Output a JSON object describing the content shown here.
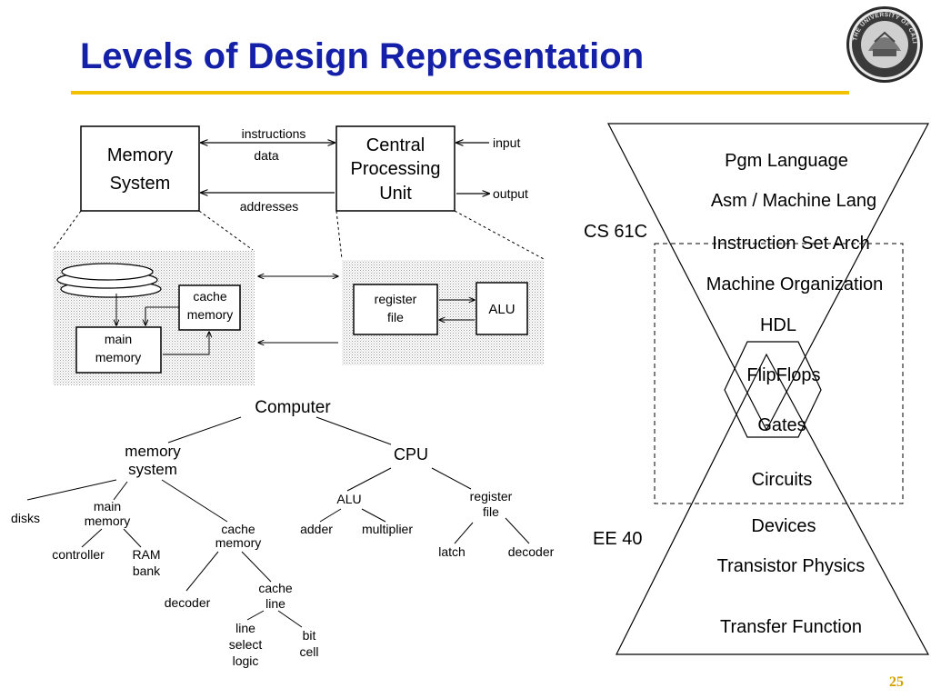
{
  "title": "Levels of Design Representation",
  "slide_number": "25",
  "colors": {
    "title": "#1420a8",
    "rule": "#f2c100",
    "slide_number": "#d4a000",
    "stipple": "#d9d9d9"
  },
  "seal": {
    "text": "THE UNIVERSITY OF CALIFORNIA",
    "icon": "university-seal-icon"
  },
  "block_diagram": {
    "memory_system": "Memory System",
    "memory_system_lines": [
      "Memory",
      "System"
    ],
    "cpu_lines": [
      "Central",
      "Processing",
      "Unit"
    ],
    "instructions": "instructions",
    "data": "data",
    "addresses": "addresses",
    "input": "input",
    "output": "output",
    "cache_memory_lines": [
      "cache",
      "memory"
    ],
    "main_memory_lines": [
      "main",
      "memory"
    ],
    "register_file_lines": [
      "register",
      "file"
    ],
    "alu": "ALU"
  },
  "tree": {
    "computer": "Computer",
    "memory_system_lines": [
      "memory",
      "system"
    ],
    "cpu": "CPU",
    "disks": "disks",
    "main_memory_lines": [
      "main",
      "memory"
    ],
    "cache_memory_lines": [
      "cache",
      "memory"
    ],
    "controller": "controller",
    "ram_bank_lines": [
      "RAM",
      "bank"
    ],
    "decoder_cache": "decoder",
    "cache_line_lines": [
      "cache",
      "line"
    ],
    "line_select_logic_lines": [
      "line",
      "select",
      "logic"
    ],
    "bit_cell_lines": [
      "bit",
      "cell"
    ],
    "alu": "ALU",
    "register_file_lines": [
      "register",
      "file"
    ],
    "adder": "adder",
    "multiplier": "multiplier",
    "latch": "latch",
    "decoder_reg": "decoder"
  },
  "hourglass": {
    "levels": [
      "Pgm Language",
      "Asm / Machine Lang",
      "Instruction Set Arch",
      "Machine Organization",
      "HDL",
      "FlipFlops",
      "Gates",
      "Circuits",
      "Devices",
      "Transistor Physics",
      "Transfer Function"
    ],
    "cs61c": "CS 61C",
    "ee40": "EE 40"
  }
}
